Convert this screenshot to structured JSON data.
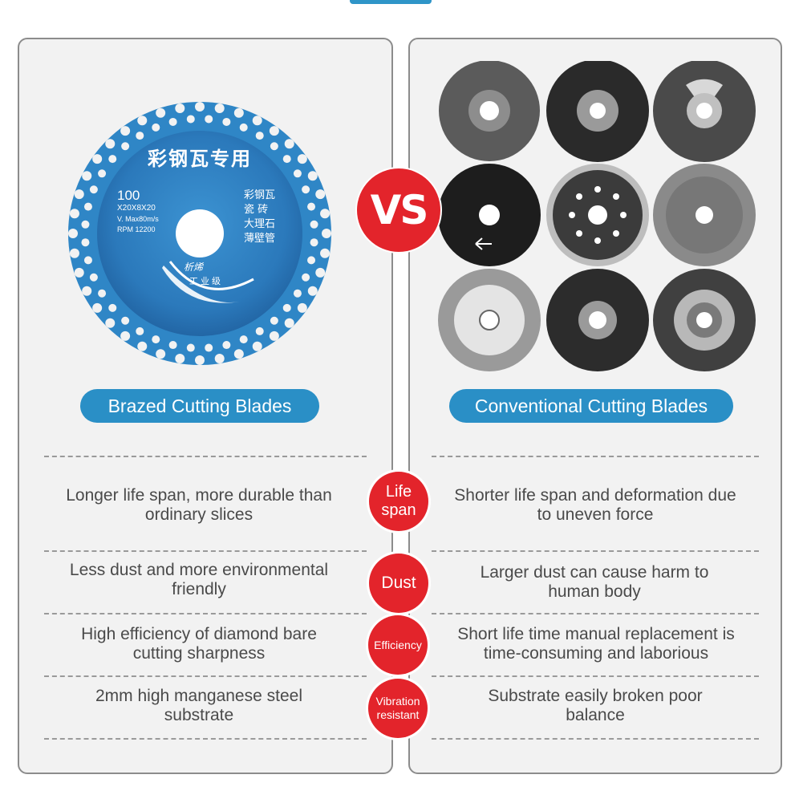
{
  "left": {
    "title": "Brazed Cutting Blades",
    "blade": {
      "heading": "彩钢瓦专用",
      "size": "100",
      "spec1": "X20X8X20",
      "spec2": "V. Max80m/s",
      "spec3": "RPM 12200",
      "side_lines": [
        "彩钢瓦",
        "瓷  砖",
        "大理石",
        "薄壁管"
      ],
      "brand": "析烯",
      "grade": "工业级"
    }
  },
  "right": {
    "title": "Conventional Cutting Blades"
  },
  "vs_label": "VS",
  "rows": [
    {
      "badge": "Life span",
      "left": "Longer life span, more durable than ordinary slices",
      "right": "Shorter life span and deformation due to uneven force"
    },
    {
      "badge": "Dust",
      "left": "Less dust and more environmental friendly",
      "right": "Larger dust can cause harm to human body"
    },
    {
      "badge": "Efficiency",
      "left": "High efficiency of diamond bare cutting sharpness",
      "right": "Short life time manual replacement is time-consuming and laborious"
    },
    {
      "badge": "Vibration resistant",
      "left": "2mm high manganese steel substrate",
      "right": "Substrate easily broken poor balance"
    }
  ],
  "colors": {
    "accent_blue": "#2a8fc6",
    "badge_red": "#e3242b",
    "blade_blue": "#2d7fc0"
  }
}
